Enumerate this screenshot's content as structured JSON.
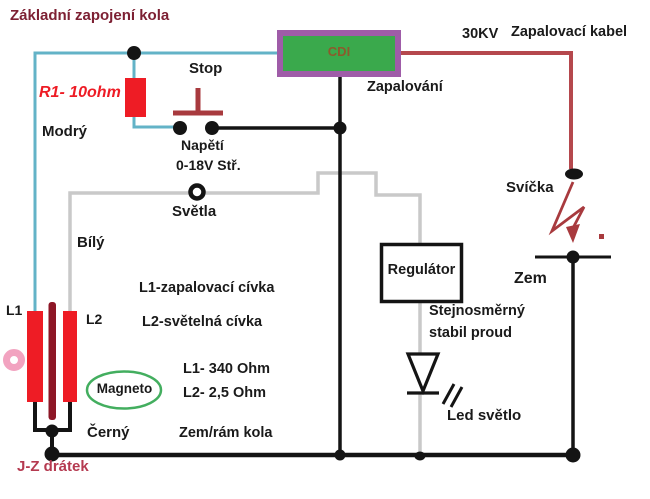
{
  "diagram": {
    "title": "Základní zapojení kola",
    "labels": {
      "r1": "R1- 10ohm",
      "stop": "Stop",
      "modry": "Modrý",
      "napeti_1": "Napětí",
      "napeti_2": "0-18V Stř.",
      "svetla": "Světla",
      "bily": "Bílý",
      "l1": "L1",
      "l2": "L2",
      "l1_desc": "L1-zapalovací cívka",
      "l2_desc": "L2-světelná cívka",
      "l1_ohm": "L1- 340 Ohm",
      "l2_ohm": "L2- 2,5 Ohm",
      "magneto": "Magneto",
      "cerny": "Černý",
      "zem_ram": "Zem/rám kola",
      "jz_dratek": "J-Z drátek",
      "cdi": "CDI",
      "zapalovani": "Zapalování",
      "kv": "30KV",
      "kabel": "Zapalovací kabel",
      "svicka": "Svíčka",
      "zem": "Zem",
      "regulator": "Regulátor",
      "stejnosmerny_1": "Stejnosměrný",
      "stejnosmerny_2": "stabil proud",
      "led_svetlo": "Led světlo"
    }
  },
  "colors": {
    "title_text": "#7d2033",
    "jz_text": "#b53a50",
    "r1_text": "#ee1c25",
    "bright_red": "#ee1c25",
    "core_maroon": "#8d1626",
    "dark_red_symbol": "#a83a3e",
    "ignition_wire": "#b5484d",
    "wire_cyan": "#63b3c7",
    "wire_gray": "#c9c9c9",
    "wire_black": "#141414",
    "cdi_green": "#3aa94c",
    "cdi_border": "#9f5ca8",
    "cdi_text": "#8c5a2c",
    "magneto_green": "#43ae5f",
    "pink_hub": "#f2a3c0",
    "text_black": "#1a1a1a"
  }
}
